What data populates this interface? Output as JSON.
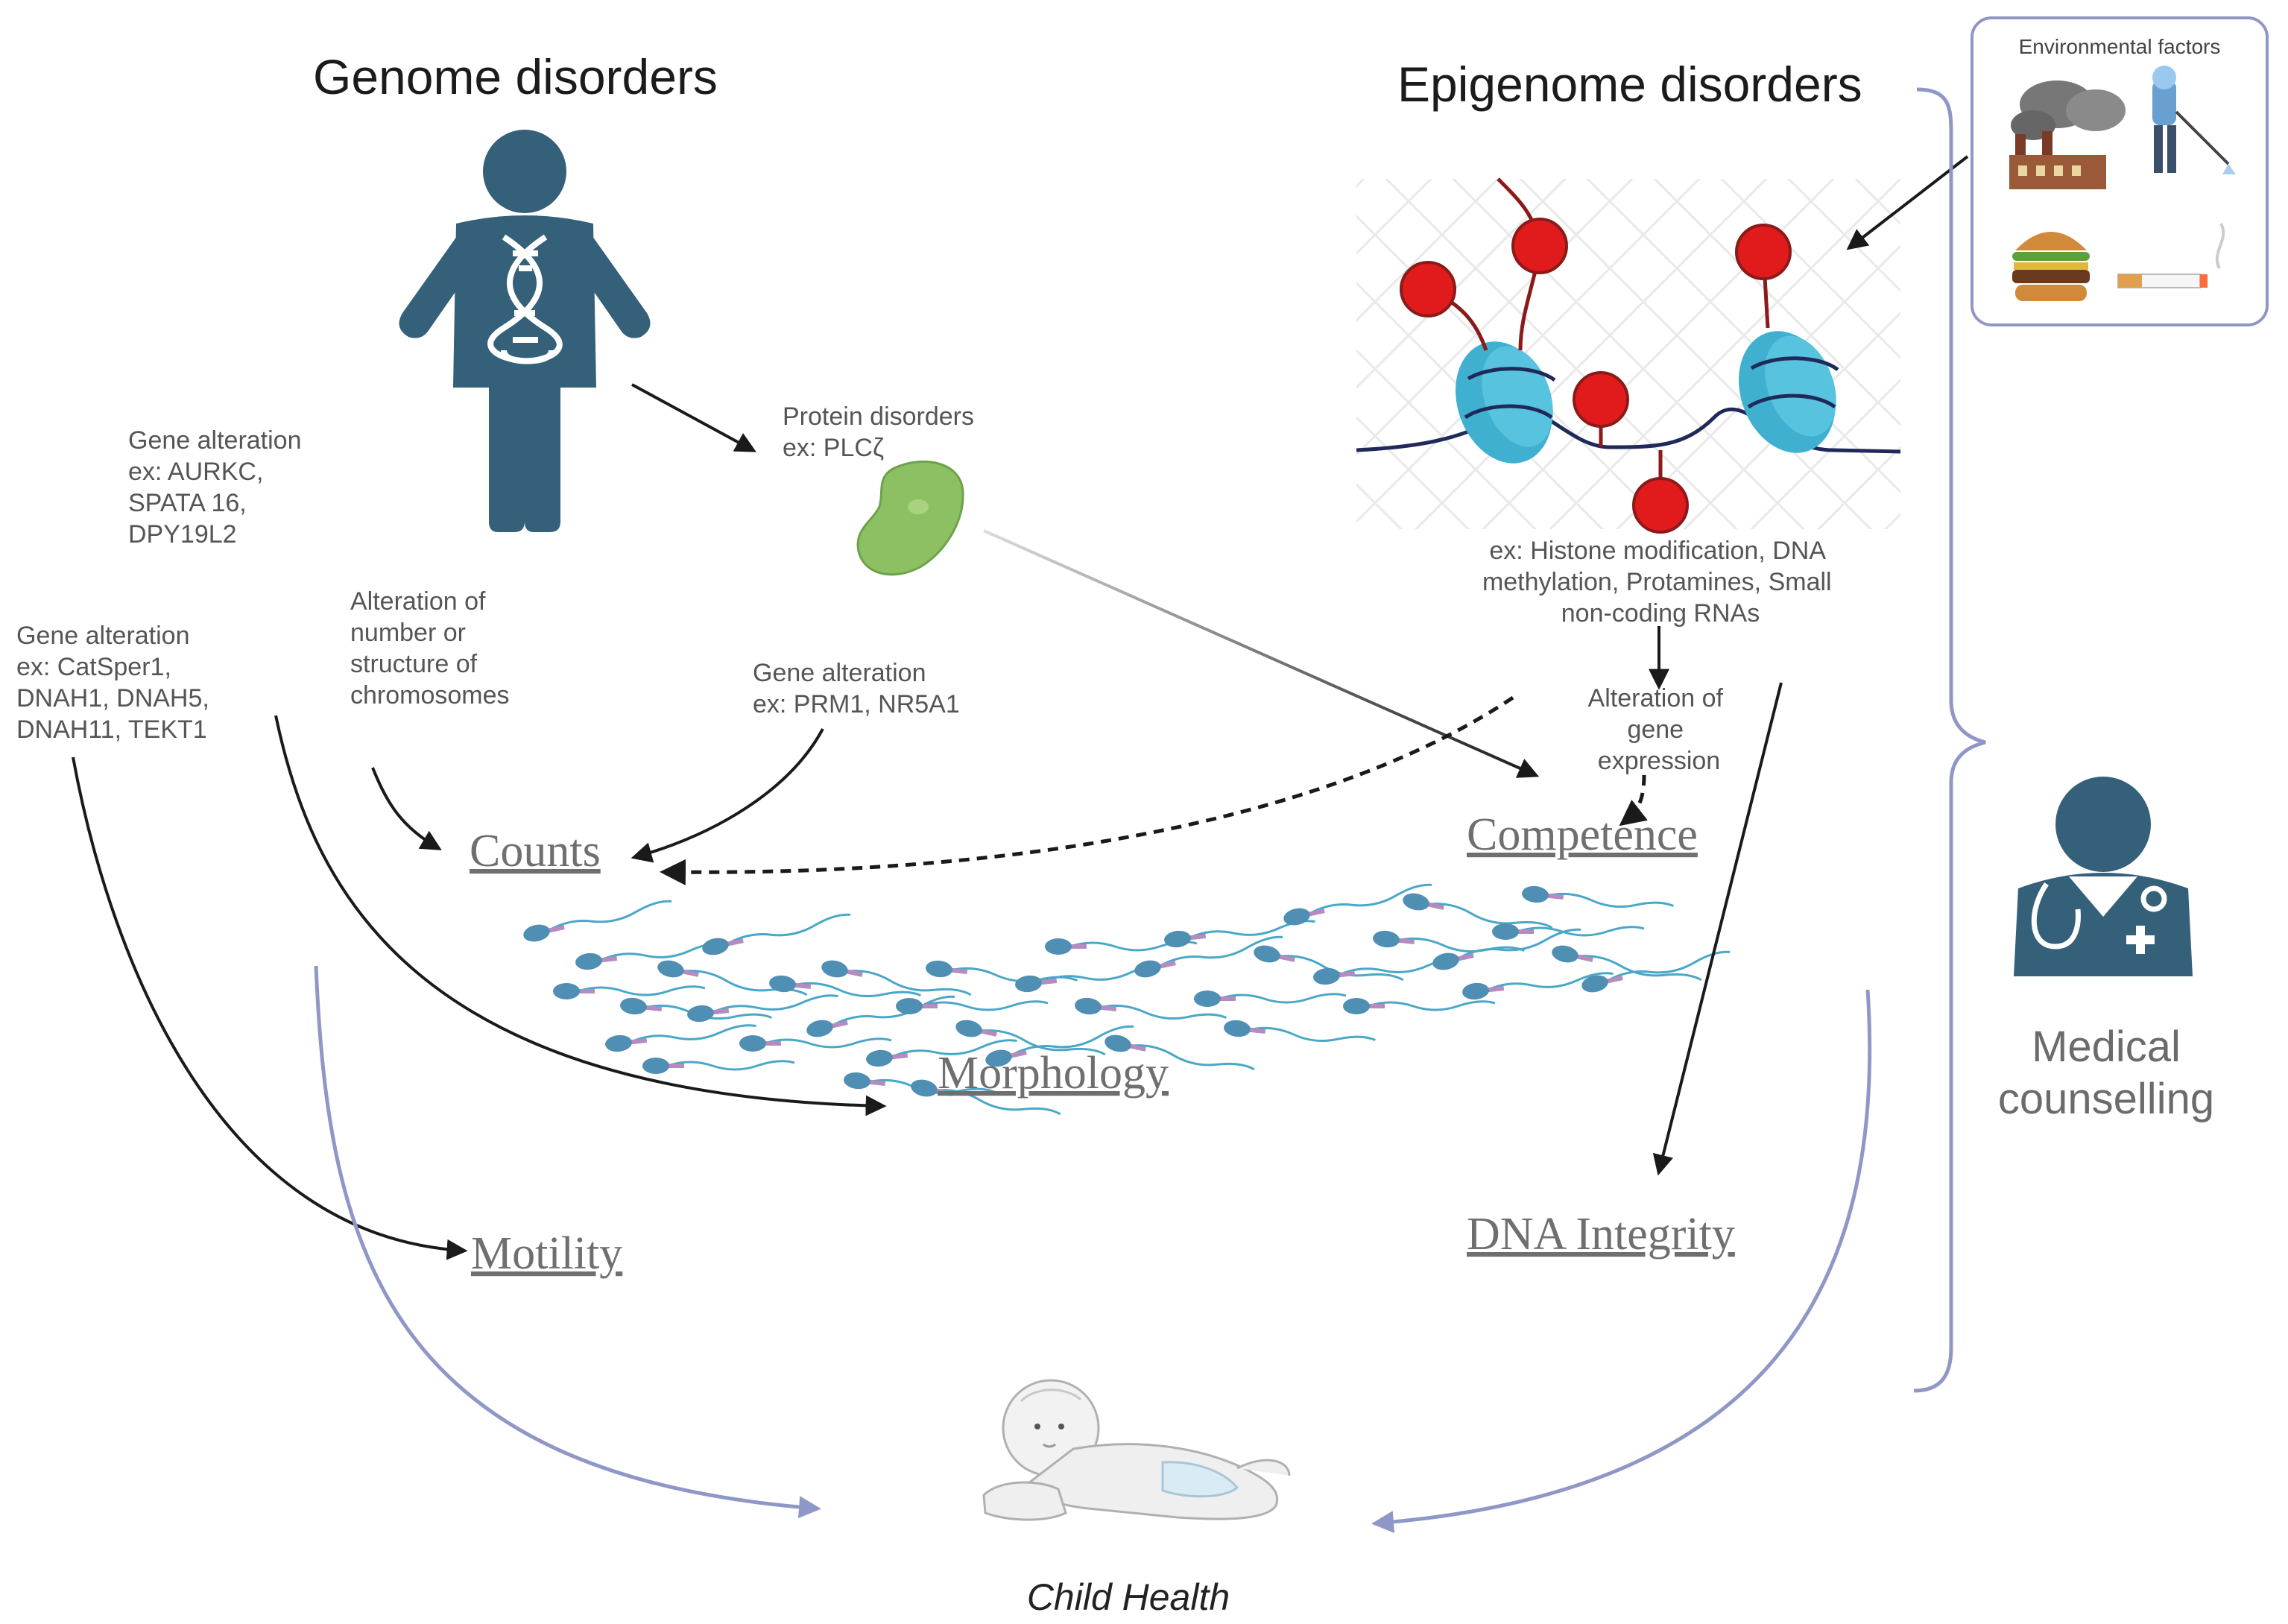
{
  "titles": {
    "genome": "Genome disorders",
    "epigenome": "Epigenome disorders"
  },
  "notes": {
    "gene_alteration_1": [
      "Gene alteration",
      "ex: AURKC,",
      "SPATA 16,",
      "DPY19L2"
    ],
    "gene_alteration_2": [
      "Gene alteration",
      "ex: CatSper1,",
      "DNAH1, DNAH5,",
      "DNAH11, TEKT1"
    ],
    "chromosomes": [
      "Alteration of",
      "number or",
      "structure of",
      "chromosomes"
    ],
    "protein": [
      "Protein disorders",
      "ex: PLCζ"
    ],
    "gene_alteration_3": [
      "Gene alteration",
      "ex: PRM1, NR5A1"
    ],
    "epigenetic_examples": [
      "ex: Histone modification, DNA",
      "methylation, Protamines, Small",
      "non-coding RNAs"
    ],
    "gene_expression": [
      "Alteration of",
      "gene",
      "expression"
    ]
  },
  "traits": {
    "counts": "Counts",
    "competence": "Competence",
    "morphology": "Morphology",
    "motility": "Motility",
    "dna_integrity": "DNA Integrity"
  },
  "environment": {
    "title": "Environmental factors"
  },
  "counselling": {
    "line1": "Medical",
    "line2": "counselling"
  },
  "outcome": {
    "label": "Child Health"
  },
  "colors": {
    "figure_blue": "#35607a",
    "nucleosome": "#3fb0d0",
    "methyl_mark": "#e11b1b",
    "protein": "#8cc063",
    "arc_blue": "#8f97c6",
    "sperm_head": "#4f8fb3"
  }
}
